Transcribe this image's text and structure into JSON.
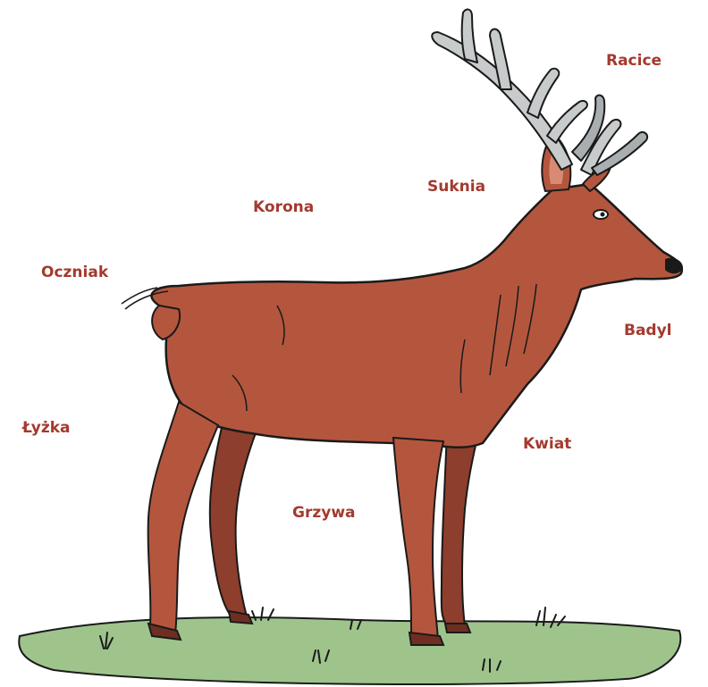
{
  "labels": {
    "racice": "Racice",
    "suknia": "Suknia",
    "korona": "Korona",
    "oczniak": "Oczniak",
    "badyl": "Badyl",
    "lyzka": "Łyżka",
    "kwiat": "Kwiat",
    "grzywa": "Grzywa"
  },
  "colors": {
    "label": "#a33a2e",
    "body": "#b4563e",
    "body_dark": "#8e3e2c",
    "antler": "#c8cbcc",
    "antler_shade": "#a9aeb0",
    "grass": "#9ec48c",
    "outline": "#1a1a1a"
  }
}
